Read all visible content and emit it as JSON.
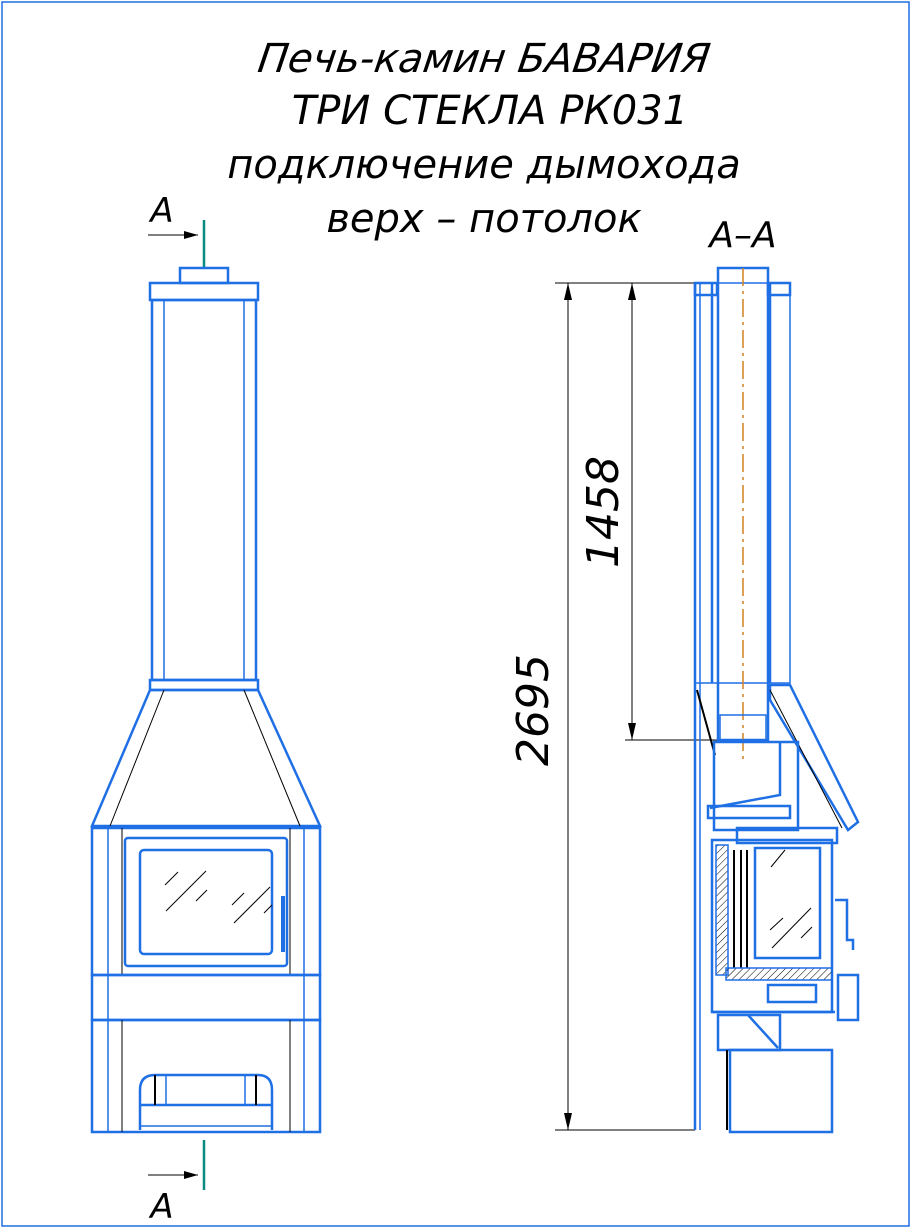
{
  "title": {
    "line1": "Печь-камин БАВАРИЯ",
    "line2": "ТРИ СТЕКЛА РК031",
    "line3": "подключение дымохода",
    "line4": "верх – потолок"
  },
  "front_view": {
    "section_mark_top": "A",
    "section_mark_bottom": "A"
  },
  "section_view": {
    "label": "A–A",
    "dimension_total": "2695",
    "dimension_flue": "1458"
  },
  "colors": {
    "line": "#1f6fe5",
    "axis": "#d08020",
    "section": "#0a8a80"
  }
}
